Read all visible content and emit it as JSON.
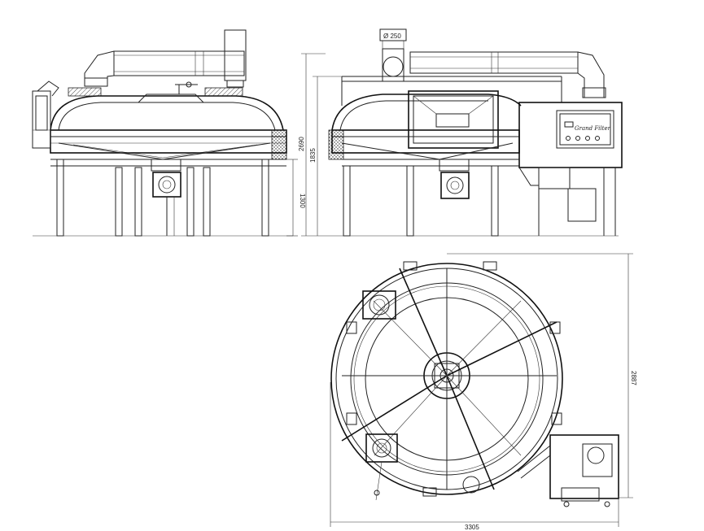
{
  "dimensions": {
    "duct_diameter": "Ø 250",
    "overall_height": "2690",
    "stack_height": "1835",
    "leg_height": "1300",
    "overall_width": "3305",
    "overall_depth": "2887"
  },
  "panel": {
    "brand_text": "Grand Filter"
  }
}
